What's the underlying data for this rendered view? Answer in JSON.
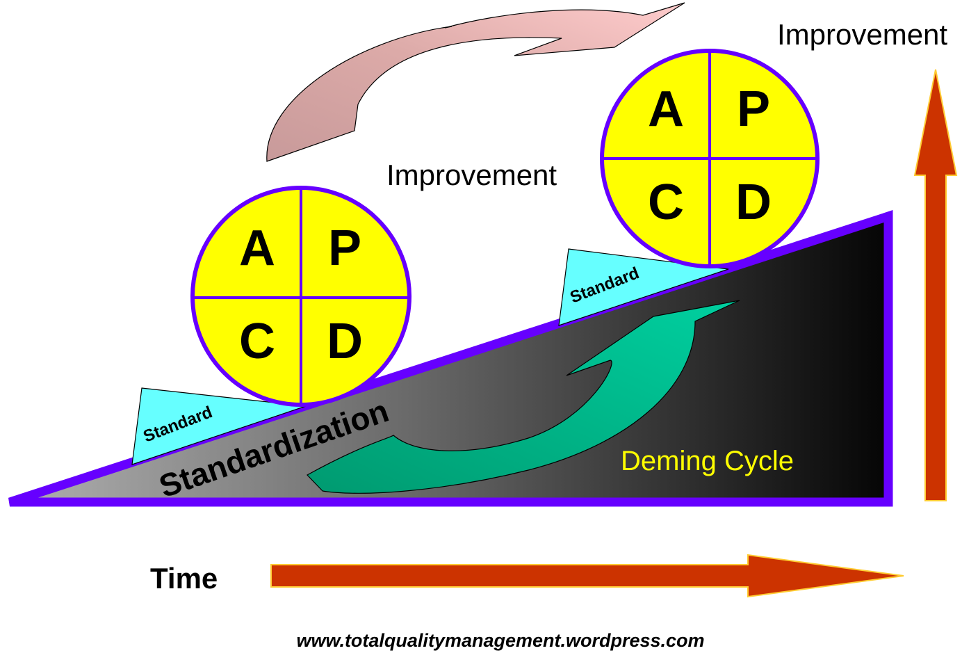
{
  "diagram": {
    "top_label": "Improvement",
    "mid_label": "Improvement",
    "ramp_label": "Standardization",
    "cycle_label": "Deming Cycle",
    "time_label": "Time",
    "footer_url": "www.totalqualitymanagement.wordpress.com",
    "wheel_lower": {
      "a": "A",
      "p": "P",
      "c": "C",
      "d": "D"
    },
    "wheel_upper": {
      "a": "A",
      "p": "P",
      "c": "C",
      "d": "D"
    },
    "wedge_lower": "Standard",
    "wedge_upper": "Standard"
  },
  "colors": {
    "outline_purple": "#6600ff",
    "wheel_yellow": "#ffff00",
    "wedge_cyan": "#66ffff",
    "arrow_red": "#cc3300",
    "green_arrow": "#00cc99",
    "pink_arrow": "#ffcccc",
    "deming_text": "#ffff00"
  }
}
